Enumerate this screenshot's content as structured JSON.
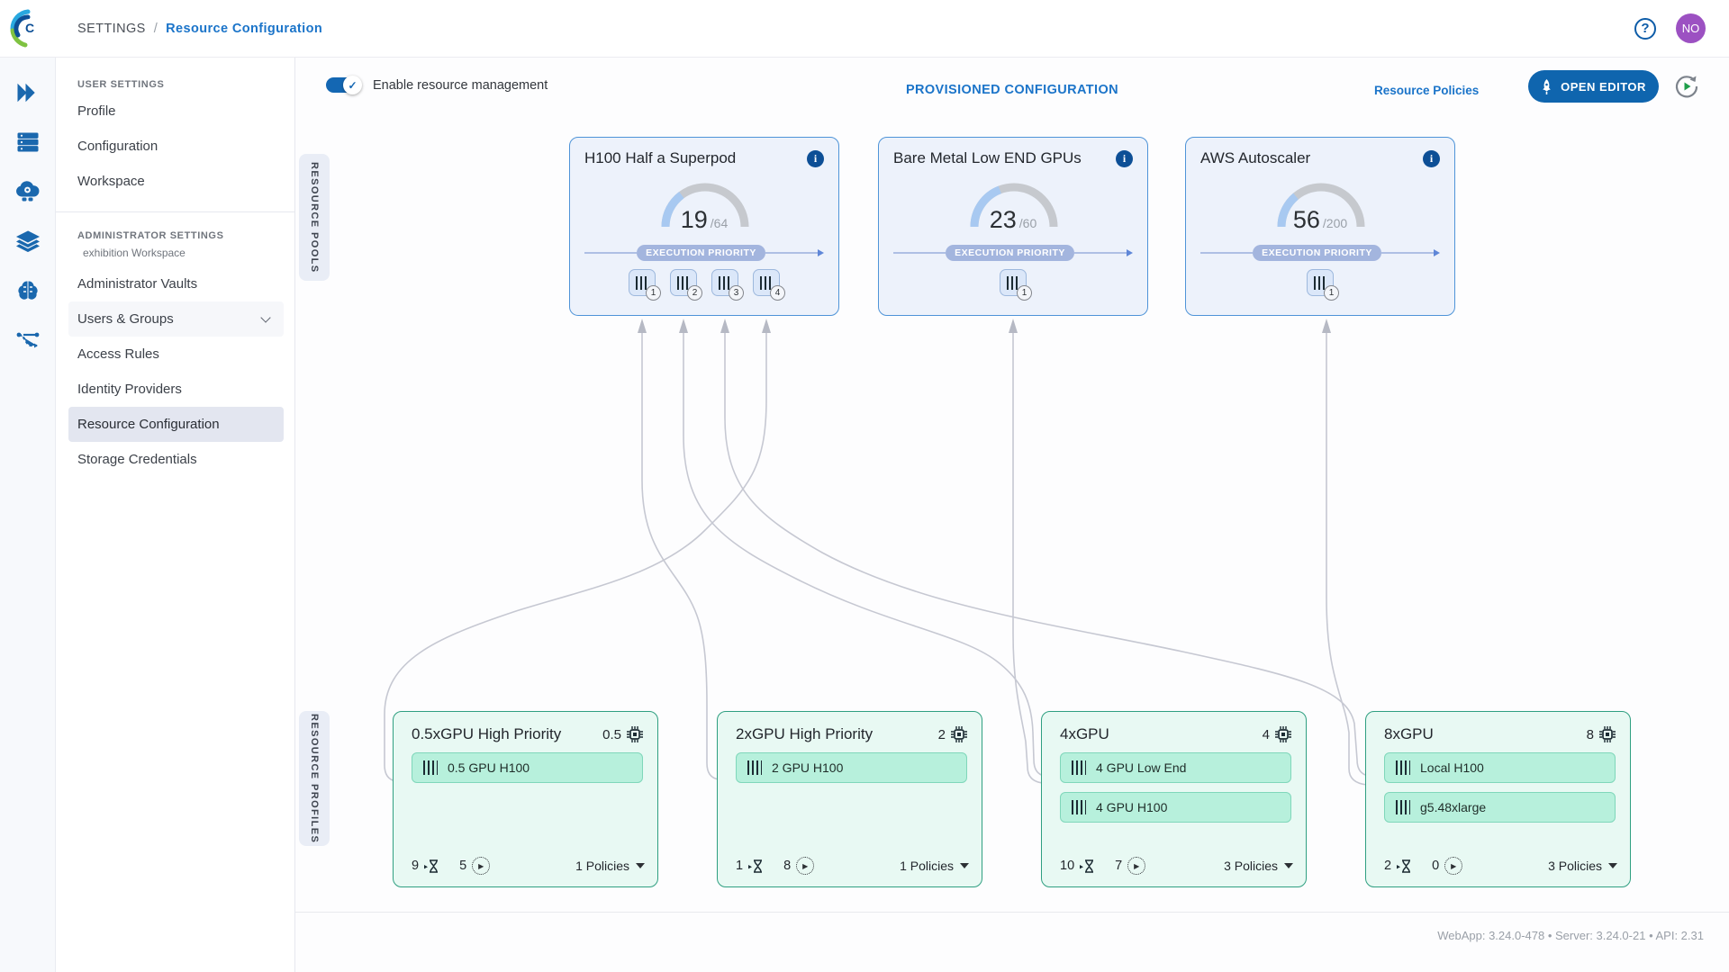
{
  "header": {
    "breadcrumb_root": "SETTINGS",
    "breadcrumb_sep": "/",
    "breadcrumb_page": "Resource Configuration",
    "help_glyph": "?",
    "avatar_initials": "NO",
    "logo_icon": "clearml-logo",
    "accent_blue": "#1b74c9",
    "button_blue": "#0f65ae"
  },
  "nav_rail": {
    "icons": [
      "fast-forward-icon",
      "server-rack-icon",
      "cloud-gear-icon",
      "layers-icon",
      "brain-icon",
      "pipeline-icon"
    ]
  },
  "sidebar": {
    "sections": [
      {
        "label": "USER SETTINGS",
        "items": [
          "Profile",
          "Configuration",
          "Workspace"
        ]
      },
      {
        "label": "ADMINISTRATOR SETTINGS",
        "sublabel": "exhibition Workspace",
        "items": [
          "Administrator Vaults",
          "Users & Groups",
          "Access Rules",
          "Identity Providers",
          "Resource Configuration",
          "Storage Credentials"
        ]
      }
    ],
    "selected_item": "Resource Configuration"
  },
  "toolbar": {
    "toggle_label": "Enable resource management",
    "toggle_on": true,
    "title": "PROVISIONED CONFIGURATION",
    "resource_policies_label": "Resource Policies",
    "open_editor_label": "OPEN EDITOR",
    "open_editor_icon": "rocket-icon",
    "refresh_icon": "auto-refresh-icon"
  },
  "pools": {
    "tab_label": "RESOURCE POOLS",
    "execution_priority_label": "EXECUTION PRIORITY",
    "cards": [
      {
        "title": "H100 Half a Superpod",
        "used": 19,
        "total": 64,
        "used_label": "19",
        "total_label": "/64",
        "workers": [
          "1",
          "2",
          "3",
          "4"
        ]
      },
      {
        "title": "Bare Metal Low END GPUs",
        "used": 23,
        "total": 60,
        "used_label": "23",
        "total_label": "/60",
        "workers": [
          "1"
        ]
      },
      {
        "title": "AWS Autoscaler",
        "used": 56,
        "total": 200,
        "used_label": "56",
        "total_label": "/200",
        "workers": [
          "1"
        ]
      }
    ],
    "gauge_fill_color": "#a8c9f1",
    "gauge_track_color": "#c6c9ce"
  },
  "profiles": {
    "tab_label": "RESOURCE PROFILES",
    "cards": [
      {
        "title": "0.5xGPU High Priority",
        "gpu_count": "0.5",
        "pools": [
          "0.5 GPU H100"
        ],
        "pending": "9",
        "running": "5",
        "policies_label": "1 Policies"
      },
      {
        "title": "2xGPU High Priority",
        "gpu_count": "2",
        "pools": [
          "2 GPU H100"
        ],
        "pending": "1",
        "running": "8",
        "policies_label": "1 Policies"
      },
      {
        "title": "4xGPU",
        "gpu_count": "4",
        "pools": [
          "4 GPU Low End",
          "4 GPU H100"
        ],
        "pending": "10",
        "running": "7",
        "policies_label": "3 Policies"
      },
      {
        "title": "8xGPU",
        "gpu_count": "8",
        "pools": [
          "Local H100",
          "g5.48xlarge"
        ],
        "pending": "2",
        "running": "0",
        "policies_label": "3 Policies"
      }
    ]
  },
  "footer": {
    "versions": "WebApp: 3.24.0-478 • Server: 3.24.0-21 • API: 2.31"
  }
}
